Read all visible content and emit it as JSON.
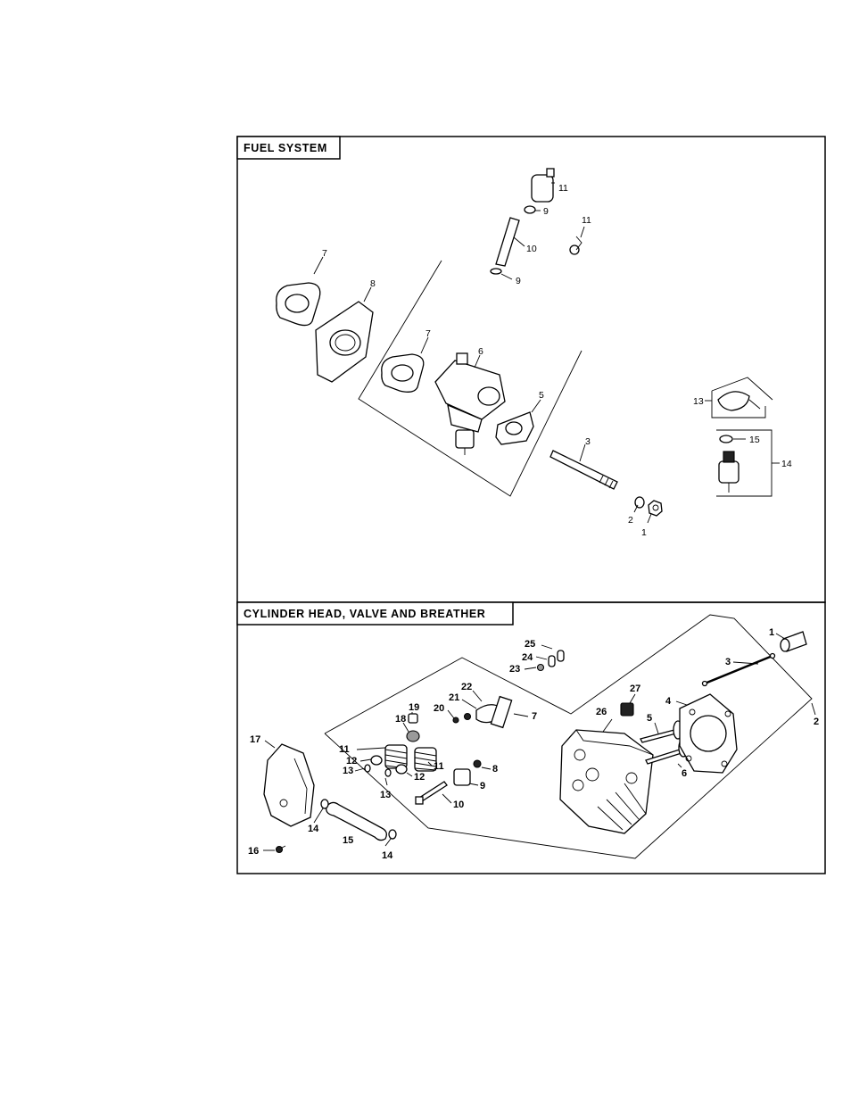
{
  "sections": {
    "fuel": {
      "title": "FUEL SYSTEM",
      "callouts": {
        "c11a": "11",
        "c9a": "9",
        "c11b": "11",
        "c10": "10",
        "c9b": "9",
        "c7a": "7",
        "c8": "8",
        "c7b": "7",
        "c6": "6",
        "c5": "5",
        "c3": "3",
        "c2": "2",
        "c1": "1",
        "c13": "13",
        "c15": "15",
        "c14": "14"
      }
    },
    "head": {
      "title": "CYLINDER HEAD, VALVE AND BREATHER",
      "callouts": {
        "c25": "25",
        "c24": "24",
        "c23": "23",
        "c22": "22",
        "c21": "21",
        "c7": "7",
        "c20": "20",
        "c19": "19",
        "c18": "18",
        "c27": "27",
        "c26": "26",
        "c1": "1",
        "c3": "3",
        "c4": "4",
        "c2": "2",
        "c5": "5",
        "c6": "6",
        "c17": "17",
        "c11a": "11",
        "c12a": "12",
        "c13a": "13",
        "c13b": "13",
        "c12b": "12",
        "c11b": "11",
        "c8": "8",
        "c9": "9",
        "c10": "10",
        "c14a": "14",
        "c15": "15",
        "c14b": "14",
        "c16": "16"
      }
    }
  }
}
